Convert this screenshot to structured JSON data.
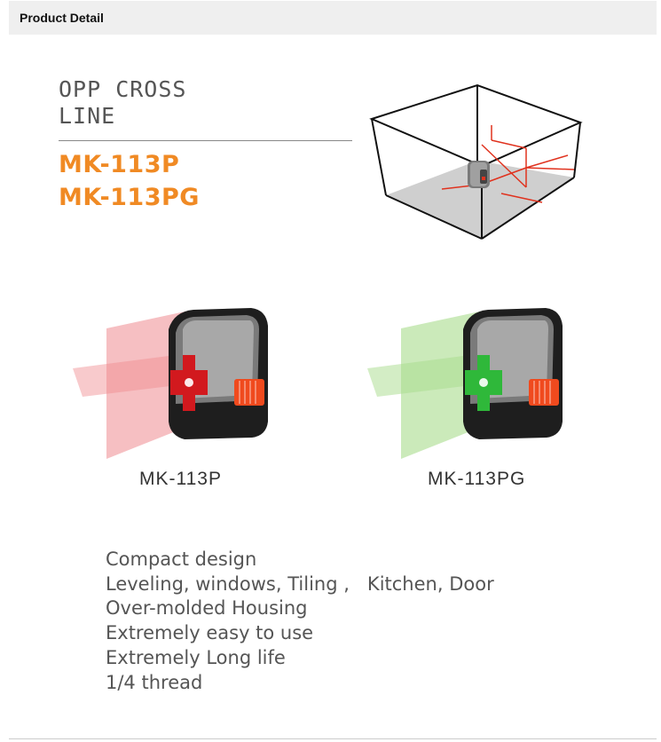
{
  "header": {
    "title": "Product Detail"
  },
  "hero": {
    "title_lines": [
      "OPP CROSS",
      "LINE"
    ],
    "models": [
      "MK-113P",
      "MK-113PG"
    ],
    "accent_color": "#f08a24",
    "laser_red": "#e0321e"
  },
  "products": [
    {
      "caption": "MK-113P",
      "icon": "red-cross-line-laser-level",
      "laser_color": "#ef8a8f"
    },
    {
      "caption": "MK-113PG",
      "icon": "green-cross-line-laser-level",
      "laser_color": "#a8dc8c"
    }
  ],
  "features": [
    "Compact design",
    "Leveling, windows, Tiling ,   Kitchen, Door",
    "Over-molded Housing",
    "Extremely easy to use",
    "Extremely Long life",
    "1/4 thread"
  ]
}
